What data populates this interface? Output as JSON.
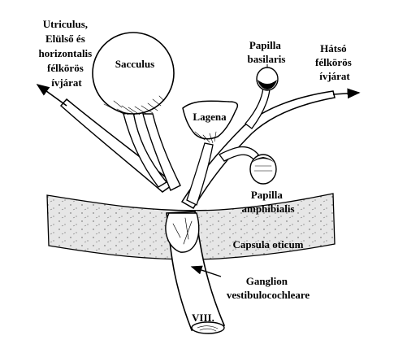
{
  "labels": {
    "utriculus": [
      "Utriculus,",
      "Elülső és",
      "horizontalis",
      "félkörös",
      "ívjárat"
    ],
    "sacculus": "Sacculus",
    "papilla_basilaris": [
      "Papilla",
      "basilaris"
    ],
    "hatso": [
      "Hátsó",
      "félkörös",
      "ívjárat"
    ],
    "lagena": "Lagena",
    "papilla_amphibialis": [
      "Papilla",
      "amphibialis"
    ],
    "capsula": "Capsula oticum",
    "ganglion": [
      "Ganglion",
      "vestibulocochleare"
    ],
    "nerve": "VIII."
  },
  "colors": {
    "ink": "#000000",
    "capsula_fill": "#e4e4e4",
    "nerve_fill": "#ffffff",
    "background": "#ffffff"
  }
}
